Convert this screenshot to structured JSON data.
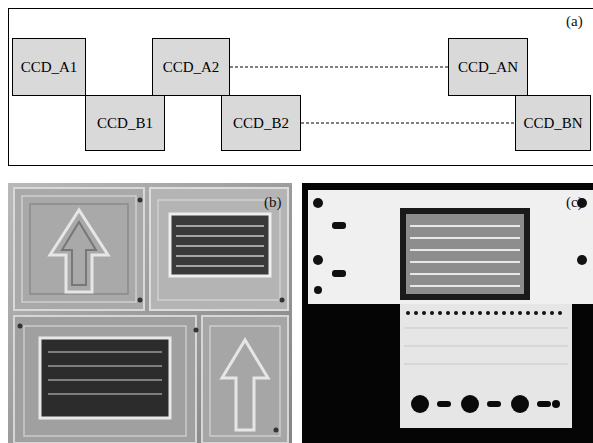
{
  "diagram": {
    "nodes": [
      {
        "text": [
          "CCD_A1"
        ]
      },
      {
        "text": [
          "CCD_A2"
        ]
      },
      {
        "text": [
          "CCD_AN"
        ]
      },
      {
        "text": [
          "CCD_B1"
        ]
      },
      {
        "text": [
          "CCD_B2"
        ]
      },
      {
        "text": [
          "CCD_BN"
        ]
      }
    ],
    "edges": [
      {
        "from": 1,
        "to": 2,
        "arrow": "none"
      },
      {
        "from": 4,
        "to": 5,
        "arrow": "none"
      }
    ],
    "labels": [
      "(a)",
      "(b)",
      "(c)"
    ]
  }
}
